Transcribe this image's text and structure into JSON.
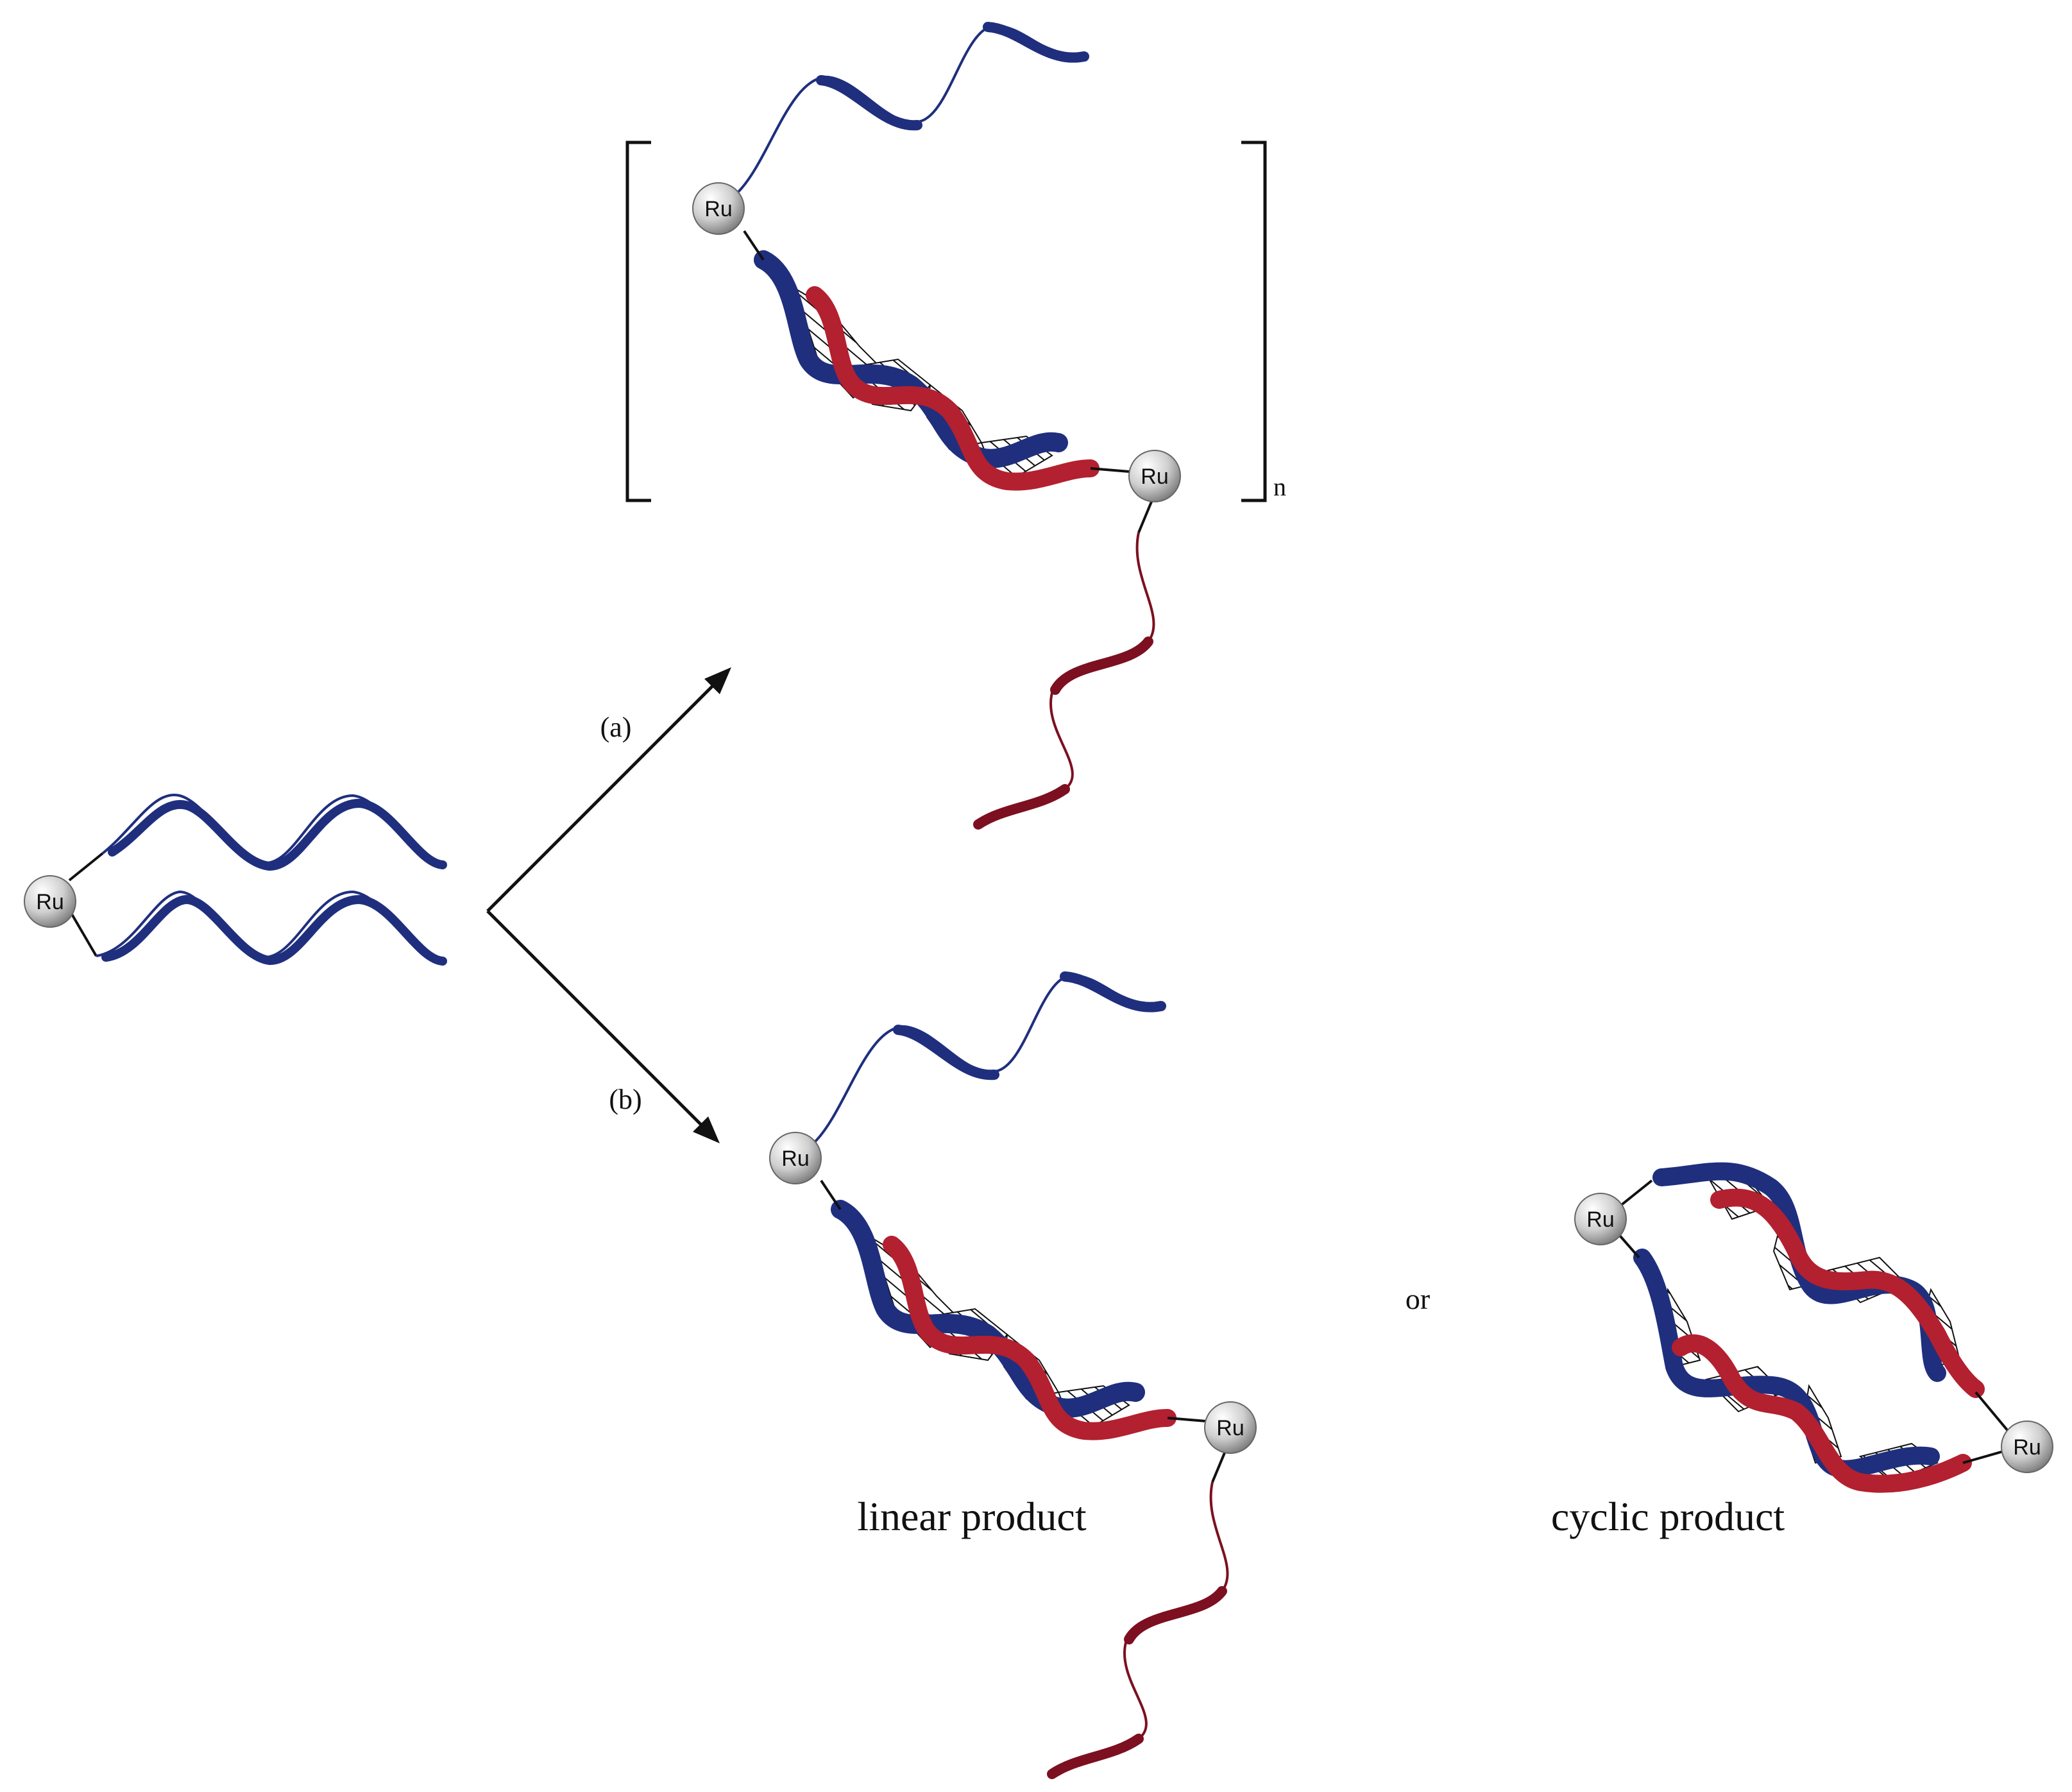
{
  "colors": {
    "blue": "#1f2f7e",
    "blue_dark": "#18245f",
    "red": "#b3202f",
    "red_dark": "#7c1020",
    "linker": "#111111",
    "ru_light": "#f2f2f2",
    "ru_dark": "#8c8c8c"
  },
  "ru_label": "Ru",
  "reactions": {
    "a": {
      "label": "(a)"
    },
    "b": {
      "label": "(b)"
    }
  },
  "polymer": {
    "subscript": "n"
  },
  "products": {
    "linear": "linear product",
    "cyclic": "cyclic product",
    "connector": "or"
  }
}
